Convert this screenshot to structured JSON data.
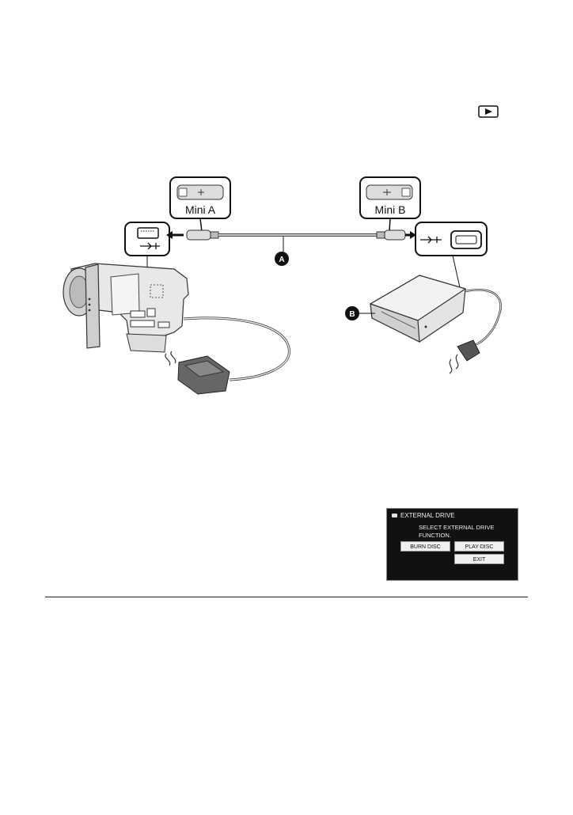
{
  "figure": {
    "callouts": {
      "mini_a": "Mini A",
      "mini_b": "Mini B"
    },
    "markers": {
      "cable": "A",
      "drive": "B"
    }
  },
  "icons": {
    "play_mode": "playback-mode-icon",
    "usb": "usb-icon",
    "arrow": "arrow-icon"
  },
  "screen": {
    "title": "EXTERNAL DRIVE",
    "message": "SELECT EXTERNAL DRIVE FUNCTION.",
    "buttons": {
      "burn": "BURN DISC",
      "play": "PLAY DISC",
      "exit": "EXIT"
    }
  }
}
